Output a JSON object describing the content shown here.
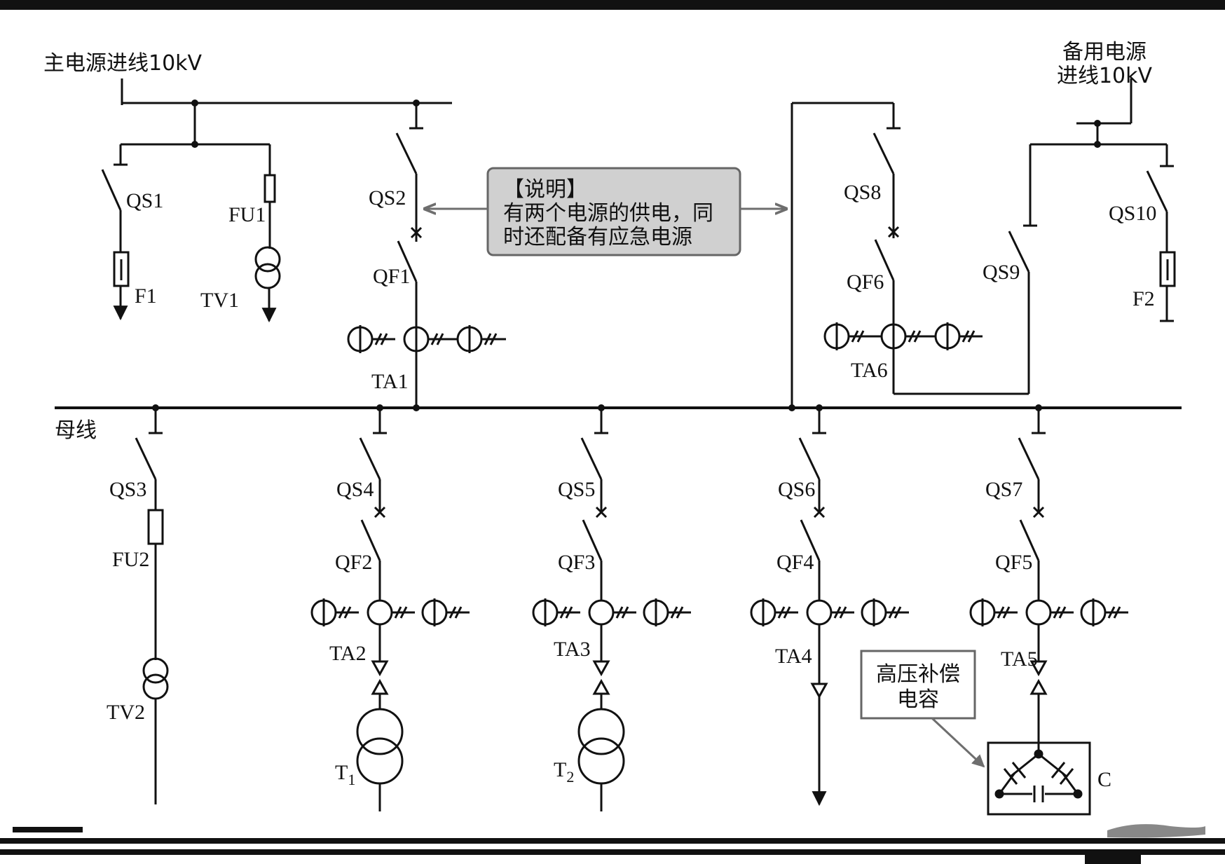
{
  "labels": {
    "main_source": "主电源进线10kV",
    "standby_line1": "备用电源",
    "standby_line2": "进线10kV",
    "busbar": "母线",
    "qs1": "QS1",
    "qs2": "QS2",
    "qs3": "QS3",
    "qs4": "QS4",
    "qs5": "QS5",
    "qs6": "QS6",
    "qs7": "QS7",
    "qs8": "QS8",
    "qs9": "QS9",
    "qs10": "QS10",
    "qf1": "QF1",
    "qf2": "QF2",
    "qf3": "QF3",
    "qf4": "QF4",
    "qf5": "QF5",
    "qf6": "QF6",
    "fu1": "FU1",
    "fu2": "FU2",
    "f1": "F1",
    "f2": "F2",
    "tv1": "TV1",
    "tv2": "TV2",
    "ta1": "TA1",
    "ta2": "TA2",
    "ta3": "TA3",
    "ta4": "TA4",
    "ta5": "TA5",
    "ta6": "TA6",
    "t1": "T",
    "t1_sub": "1",
    "t2": "T",
    "t2_sub": "2",
    "c": "C"
  },
  "note": {
    "title": "【说明】",
    "line1": "有两个电源的供电，同",
    "line2": "时还配备有应急电源"
  },
  "capacitor_callout": {
    "line1": "高压补偿",
    "line2": "电容"
  },
  "colors": {
    "line": "#111111",
    "note_fill": "#d0d0d0",
    "note_border": "#666666",
    "arrow_gray": "#6e6e6e"
  }
}
